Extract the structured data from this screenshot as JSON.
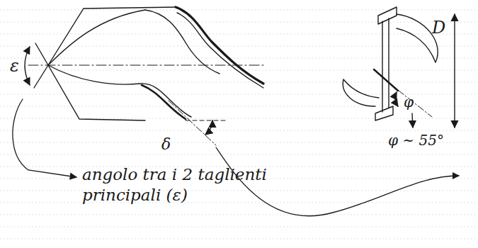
{
  "diagram": {
    "labels": [
      "D",
      "ε",
      "δ",
      "φ",
      "φ ~ 55°",
      "angolo tra i 2 taglienti principali (ε)"
    ]
  }
}
